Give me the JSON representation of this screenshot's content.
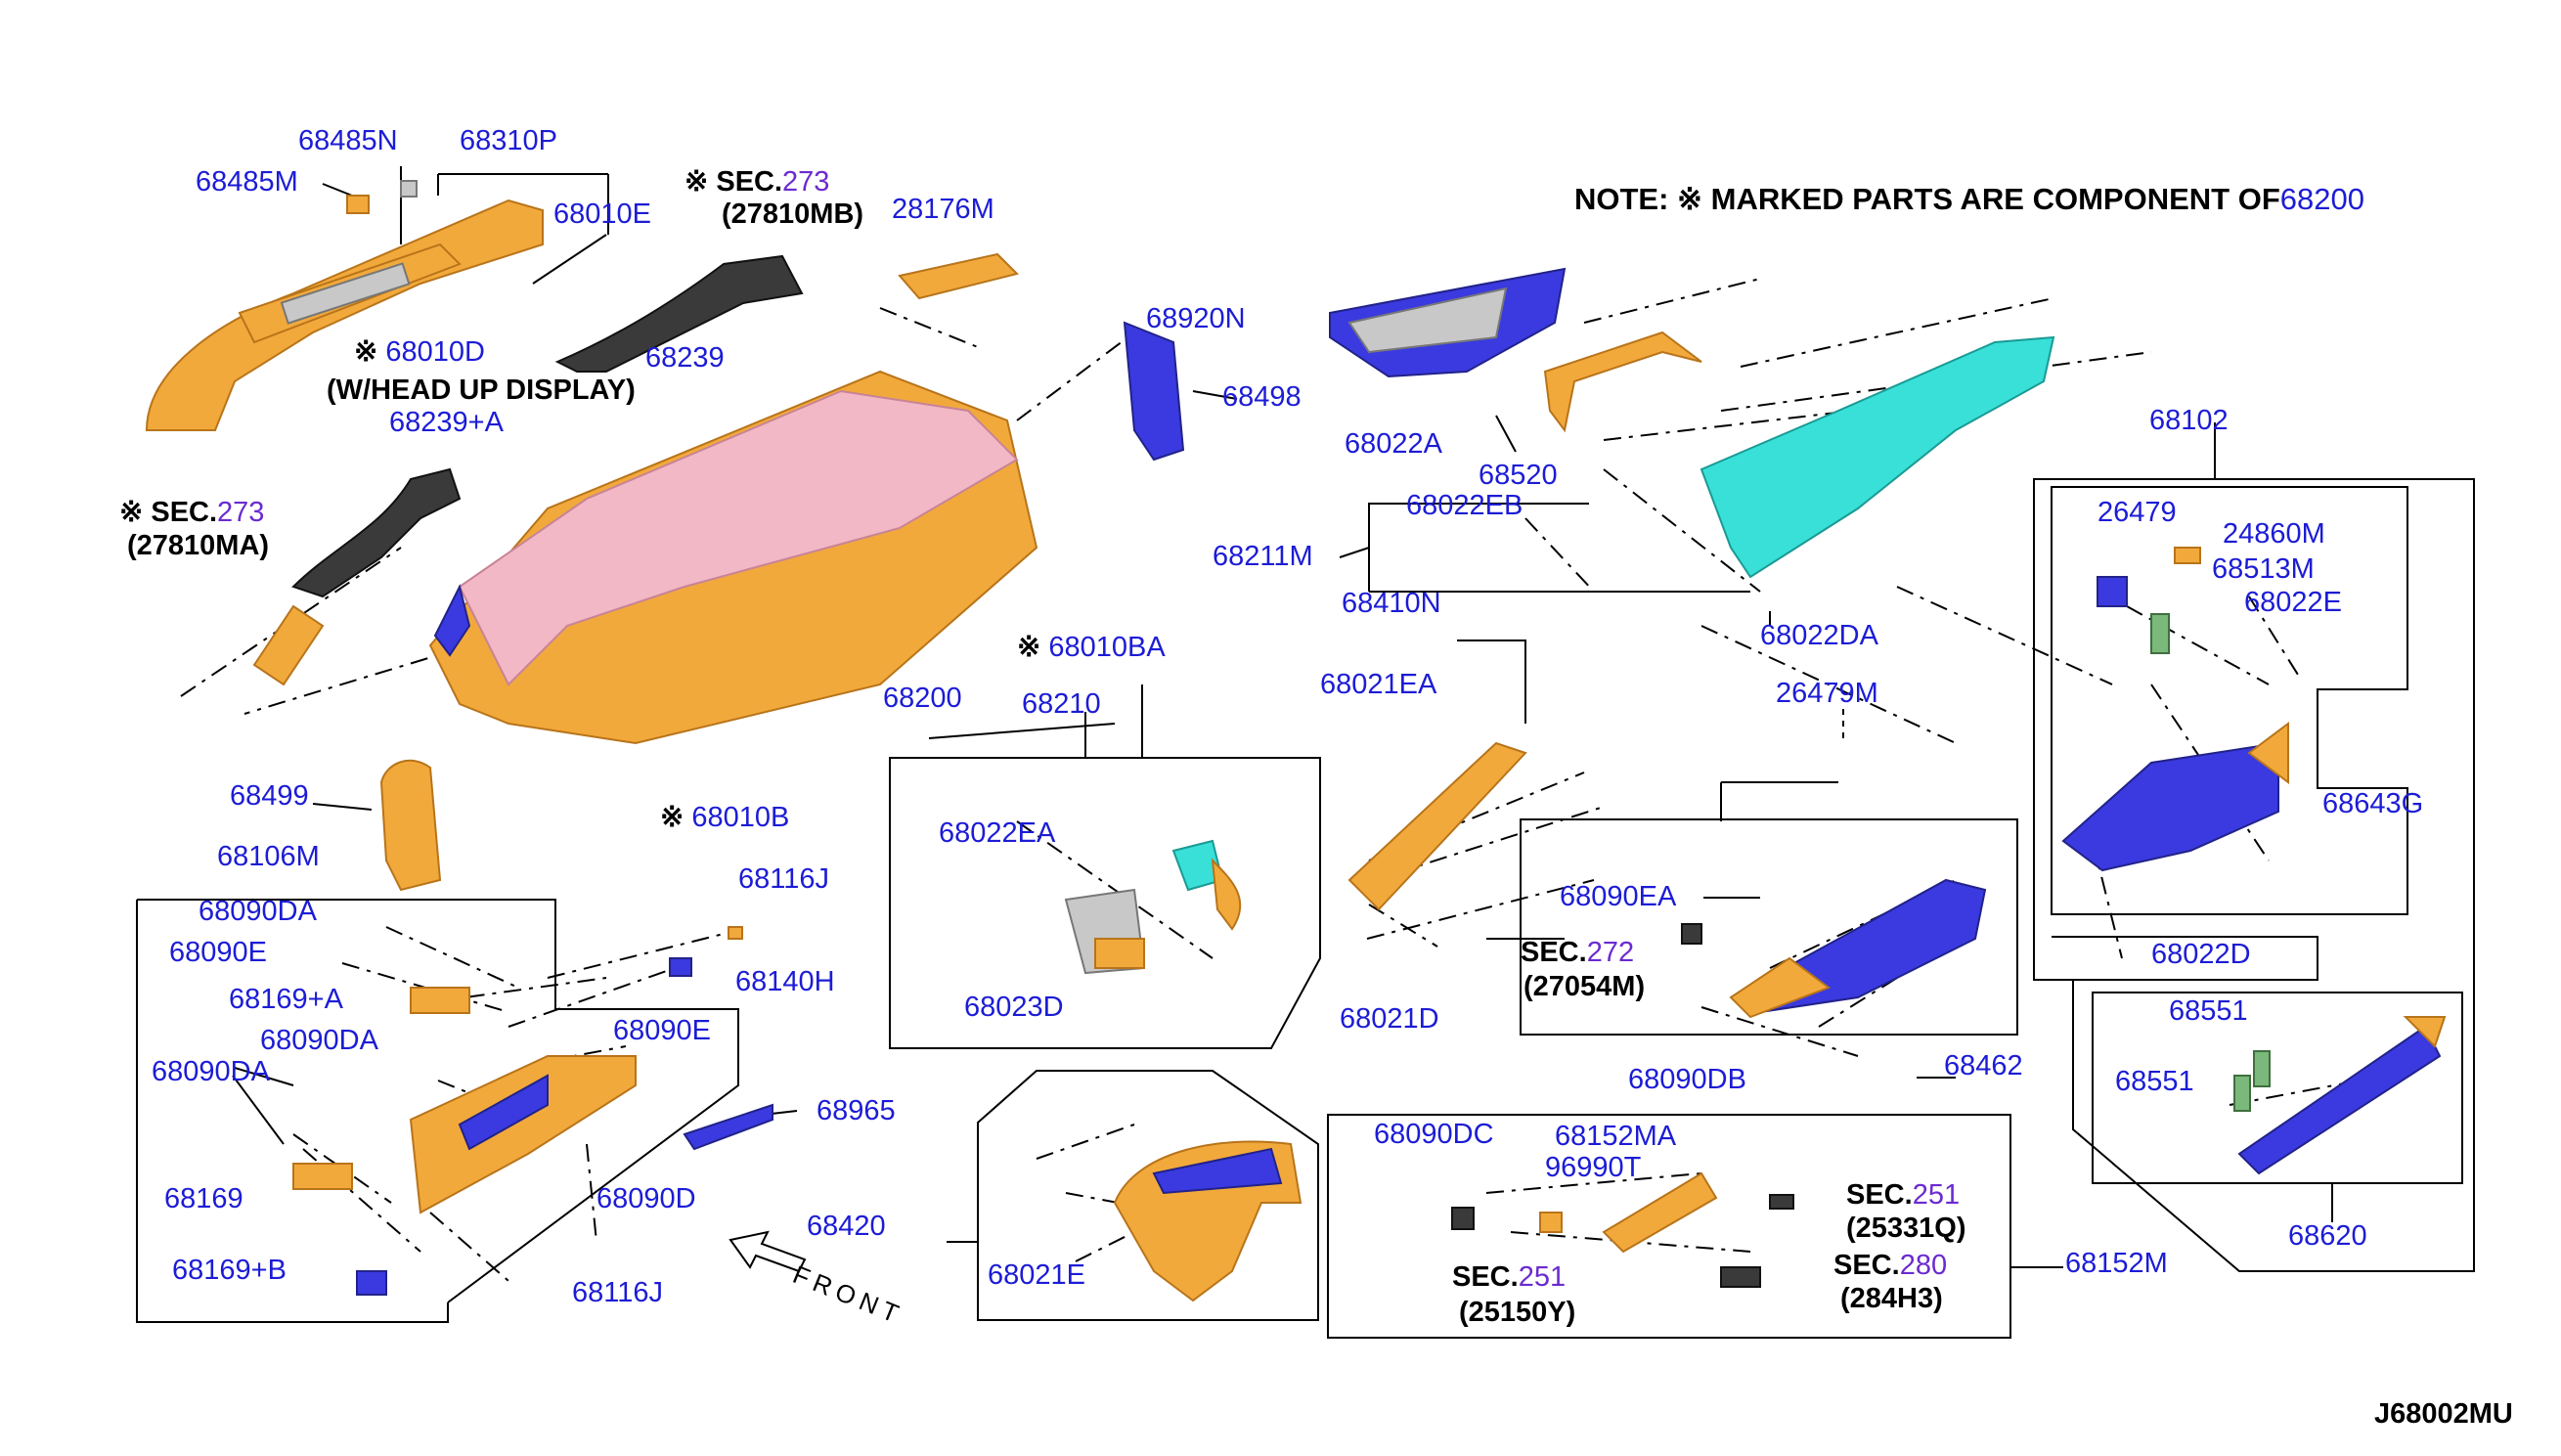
{
  "note": {
    "prefix": "NOTE: ※ MARKED PARTS ARE COMPONENT OF",
    "ref": "68200"
  },
  "diagram_code": "J68002MU",
  "front_label": "FRONT",
  "colors": {
    "label": "#1c1cd6",
    "sec_number": "#6b2bd0",
    "part_orange": "#f2a93b",
    "part_pink": "#f2b8c6",
    "part_blue": "#3a3ae0",
    "part_cyan": "#38e0d8",
    "part_dark": "#3a3a3a",
    "part_green": "#7bb87b"
  },
  "labels": {
    "l68485N": "68485N",
    "l68310P": "68310P",
    "l68485M": "68485M",
    "l68010E": "68010E",
    "l68010D": "68010D",
    "whud": "(W/HEAD UP DISPLAY)",
    "l68239": "68239",
    "l68239A": "68239+A",
    "l28176M": "28176M",
    "l68920N": "68920N",
    "l68498": "68498",
    "l68022A": "68022A",
    "l68520": "68520",
    "l68022EB": "68022EB",
    "l68211M": "68211M",
    "l68410N": "68410N",
    "l68022DA": "68022DA",
    "l68102": "68102",
    "l26479": "26479",
    "l24860M": "24860M",
    "l68513M": "68513M",
    "l68022E": "68022E",
    "l68643G": "68643G",
    "l68022D": "68022D",
    "l68551a": "68551",
    "l68551b": "68551",
    "l68620": "68620",
    "l68152M": "68152M",
    "l68152MA": "68152MA",
    "l96990T": "96990T",
    "l68090DC": "68090DC",
    "l68462": "68462",
    "l68090DB": "68090DB",
    "l68090EA": "68090EA",
    "l26479M": "26479M",
    "l68021EA": "68021EA",
    "l68021D": "68021D",
    "l68210": "68210",
    "l68022EA": "68022EA",
    "l68023D": "68023D",
    "l68010BA": "68010BA",
    "l68200": "68200",
    "l68010B": "68010B",
    "l68499": "68499",
    "l68106M": "68106M",
    "l68090DA1": "68090DA",
    "l68090E1": "68090E",
    "l68169A": "68169+A",
    "l68116J1": "68116J",
    "l68140H": "68140H",
    "l68090DA2": "68090DA",
    "l68090E2": "68090E",
    "l68090DA3": "68090DA",
    "l68965": "68965",
    "l68169": "68169",
    "l68090D": "68090D",
    "l68169B": "68169+B",
    "l68116J2": "68116J",
    "l68420": "68420",
    "l68021E": "68021E"
  },
  "sections": {
    "sec273a": {
      "prefix": "※ SEC.",
      "num": "273",
      "sub": "(27810MB)"
    },
    "sec273b": {
      "prefix": "※ SEC.",
      "num": "273",
      "sub": "(27810MA)"
    },
    "sec272": {
      "prefix": "SEC.",
      "num": "272",
      "sub": "(27054M)"
    },
    "sec251a": {
      "prefix": "SEC.",
      "num": "251",
      "sub": "(25331Q)"
    },
    "sec280": {
      "prefix": "SEC.",
      "num": "280",
      "sub": "(284H3)"
    },
    "sec251b": {
      "prefix": "SEC.",
      "num": "251",
      "sub": "(25150Y)"
    }
  },
  "marks": {
    "kome": "※"
  }
}
